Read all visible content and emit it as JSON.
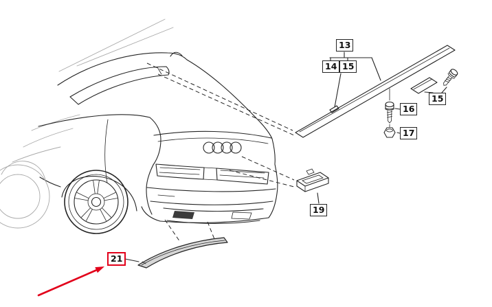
{
  "colors": {
    "line_color": "#232323",
    "highlight_color": "#e2001a",
    "part_fill_color": "#d6d6d6",
    "sketch_faint_color": "#a8a8a8"
  },
  "callouts": {
    "c13": {
      "label": "13"
    },
    "c14": {
      "label": "14"
    },
    "c15a": {
      "label": "15"
    },
    "c15b": {
      "label": "15"
    },
    "c16": {
      "label": "16"
    },
    "c17": {
      "label": "17"
    },
    "c19": {
      "label": "19"
    },
    "c21": {
      "label": "21",
      "highlighted": true
    }
  },
  "parts": {
    "vehicle": "coupe-rear-three-quarter-line-drawing",
    "trim_strip": "trunk-lid-trim-strip",
    "clip_pad": "mounting-pad",
    "screw_upper": "self-tapping-screw",
    "screw_16": "screw",
    "nut_17": "nut",
    "license_light_19": "license-plate-light",
    "bumper_trim_21": "rear-bumper-lower-trim-highlighted"
  }
}
